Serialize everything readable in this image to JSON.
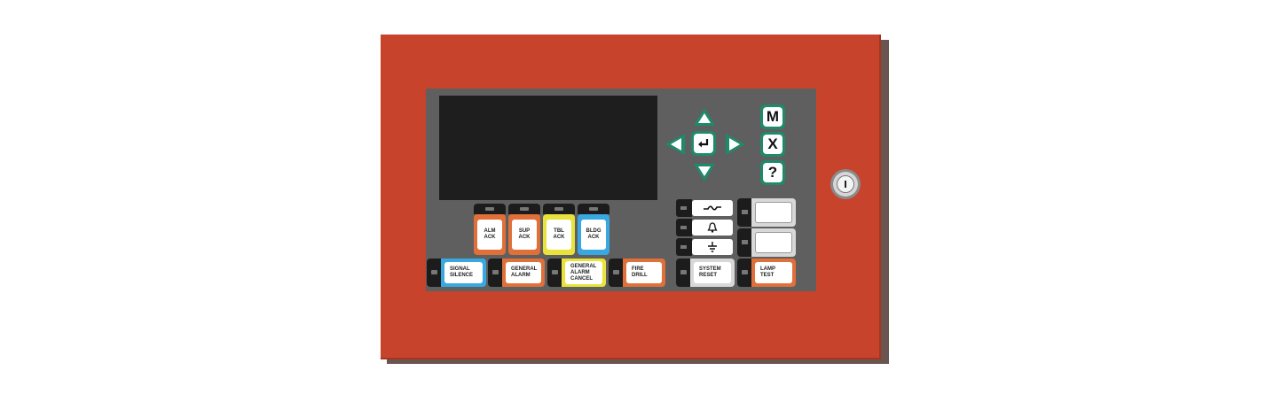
{
  "colors": {
    "cabinet": "#c8432b",
    "panel": "#5f5f5f",
    "alarm": "#e0703a",
    "supervisory": "#e0703a",
    "trouble": "#e8e23a",
    "building": "#3aa8e0",
    "nav": "#1f8a6a"
  },
  "ack_buttons": [
    {
      "line1": "ALM",
      "line2": "ACK"
    },
    {
      "line1": "SUP",
      "line2": "ACK"
    },
    {
      "line1": "TBL",
      "line2": "ACK"
    },
    {
      "line1": "BLDG",
      "line2": "ACK"
    }
  ],
  "function_buttons": {
    "signal_silence": {
      "line1": "SIGNAL",
      "line2": "SILENCE"
    },
    "general_alarm": {
      "line1": "GENERAL",
      "line2": "ALARM"
    },
    "general_alarm_cancel": {
      "line1": "GENERAL",
      "line2": "ALARM",
      "line3": "CANCEL"
    },
    "fire_drill": {
      "line1": "FIRE",
      "line2": "DRILL"
    },
    "system_reset": {
      "line1": "SYSTEM",
      "line2": "RESET"
    },
    "lamp_test": {
      "line1": "LAMP",
      "line2": "TEST"
    }
  },
  "nav": {
    "up": "up-arrow-icon",
    "down": "down-arrow-icon",
    "left": "left-arrow-icon",
    "right": "right-arrow-icon",
    "enter": "enter-icon"
  },
  "menu_keys": {
    "m": "M",
    "x": "X",
    "help": "?"
  },
  "status_icons": [
    "ac-power-icon",
    "alarm-bell-icon",
    "ground-fault-icon"
  ]
}
